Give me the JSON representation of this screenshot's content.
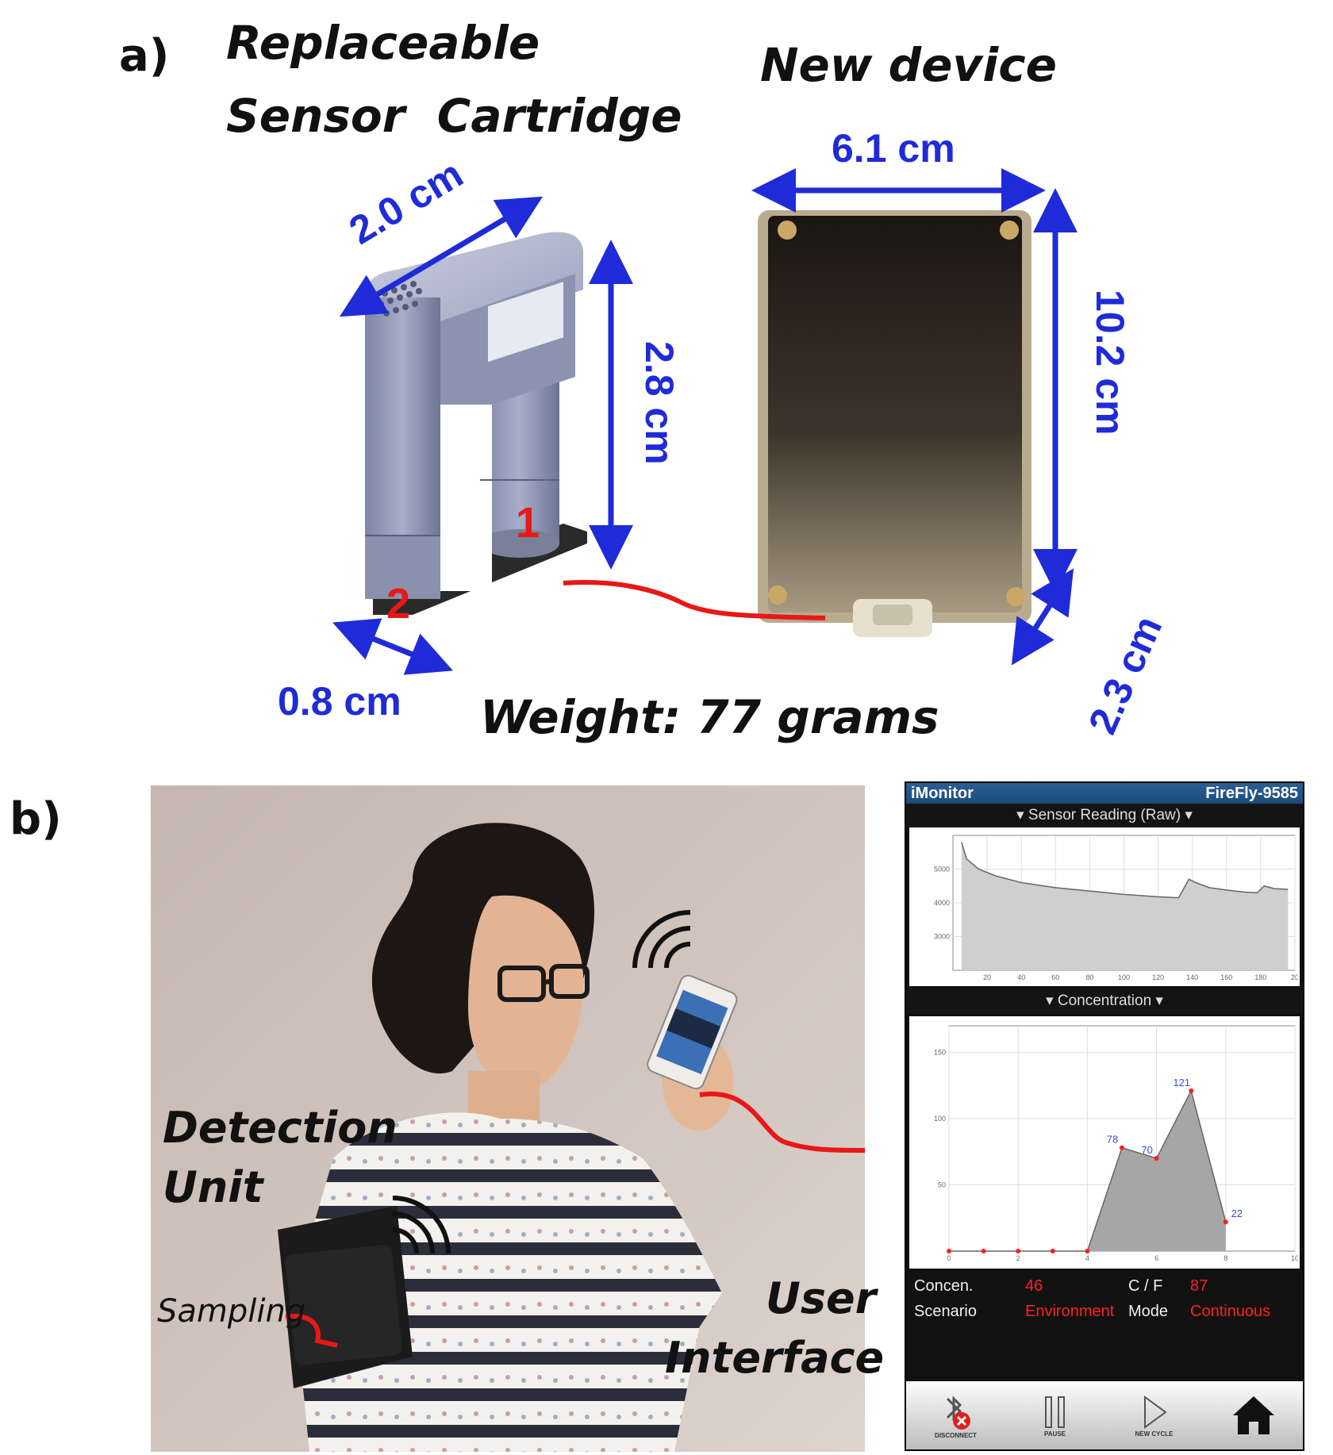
{
  "panel_a": {
    "letter": "a)",
    "cartridge_title_line1": "Replaceable",
    "cartridge_title_line2": "Sensor  Cartridge",
    "device_title": "New device",
    "dim_cartridge_width": "2.0 cm",
    "dim_cartridge_height": "2.8 cm",
    "dim_cartridge_depth": "0.8 cm",
    "dim_device_width": "6.1 cm",
    "dim_device_length": "10.2 cm",
    "dim_device_thickness": "2.3 cm",
    "marker_1": "1",
    "marker_2": "2",
    "weight": "Weight: 77 grams"
  },
  "panel_b": {
    "letter": "b)",
    "label_detection": "Detection",
    "label_unit": "Unit",
    "label_sampling": "Sampling",
    "label_user": "User",
    "label_interface": "Interface"
  },
  "app": {
    "title": "iMonitor",
    "device_id": "FireFly-9585",
    "section1": "▾ Sensor Reading (Raw) ▾",
    "section2": "▾ Concentration ▾",
    "status": {
      "concen_label": "Concen.",
      "concen_value": "46",
      "cf_label": "C / F",
      "cf_value": "87",
      "scenario_label": "Scenario",
      "scenario_value": "Environment",
      "mode_label": "Mode",
      "mode_value": "Continuous"
    },
    "toolbar": {
      "disconnect": "DISCONNECT",
      "pause": "PAUSE",
      "new_cycle": "NEW CYCLE"
    },
    "colors": {
      "accent": "#1f2bd9",
      "red": "#ff2020"
    }
  },
  "chart_data": [
    {
      "type": "area",
      "title": "",
      "xlabel": "",
      "ylabel": "",
      "x_ticks": [
        "20",
        "40",
        "60",
        "80",
        "100",
        "120",
        "140",
        "160",
        "180",
        "20"
      ],
      "y_ticks": [
        "3000",
        "4000",
        "5000"
      ],
      "xlim": [
        0,
        200
      ],
      "ylim": [
        2000,
        6000
      ],
      "series": [
        {
          "x": [
            5,
            8,
            15,
            25,
            40,
            60,
            80,
            100,
            120,
            132,
            138,
            142,
            150,
            160,
            170,
            178,
            182,
            188,
            196
          ],
          "y": [
            5800,
            5300,
            5000,
            4800,
            4600,
            4450,
            4350,
            4250,
            4180,
            4150,
            4700,
            4600,
            4450,
            4380,
            4320,
            4300,
            4500,
            4420,
            4400
          ]
        }
      ]
    },
    {
      "type": "area",
      "title": "",
      "xlabel": "",
      "ylabel": "",
      "x_ticks": [
        "0",
        "2",
        "4",
        "6",
        "8",
        "10"
      ],
      "y_ticks": [
        "50",
        "100",
        "150"
      ],
      "xlim": [
        0,
        10
      ],
      "ylim": [
        0,
        170
      ],
      "series": [
        {
          "x": [
            0,
            1,
            2,
            3,
            4,
            5,
            6,
            7,
            8
          ],
          "y": [
            0,
            0,
            0,
            0,
            0,
            78,
            70,
            121,
            22
          ],
          "labels": [
            "",
            "",
            "",
            "",
            "",
            "78",
            "70",
            "121",
            "22"
          ]
        }
      ]
    }
  ]
}
